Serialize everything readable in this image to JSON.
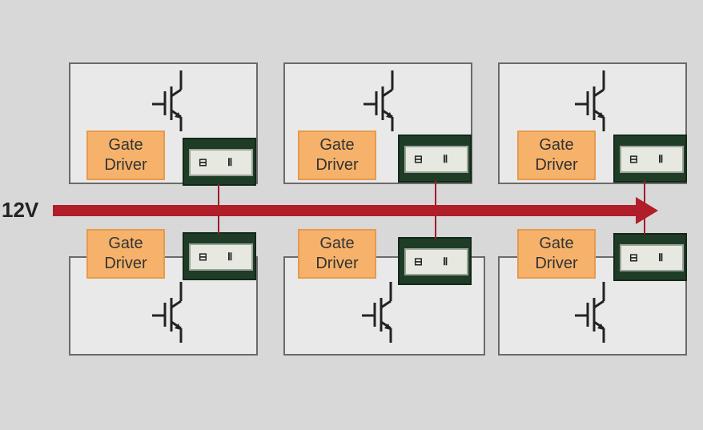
{
  "bus": {
    "label": "12V",
    "color": "#b01e2a"
  },
  "gate_driver": {
    "line1": "Gate",
    "line2": "Driver"
  },
  "module_glyphs": {
    "left": "⊟",
    "right": "Ⅱ"
  },
  "cells": [
    {
      "id": "top-left"
    },
    {
      "id": "top-center"
    },
    {
      "id": "top-right"
    },
    {
      "id": "bottom-left"
    },
    {
      "id": "bottom-center"
    },
    {
      "id": "bottom-right"
    }
  ]
}
